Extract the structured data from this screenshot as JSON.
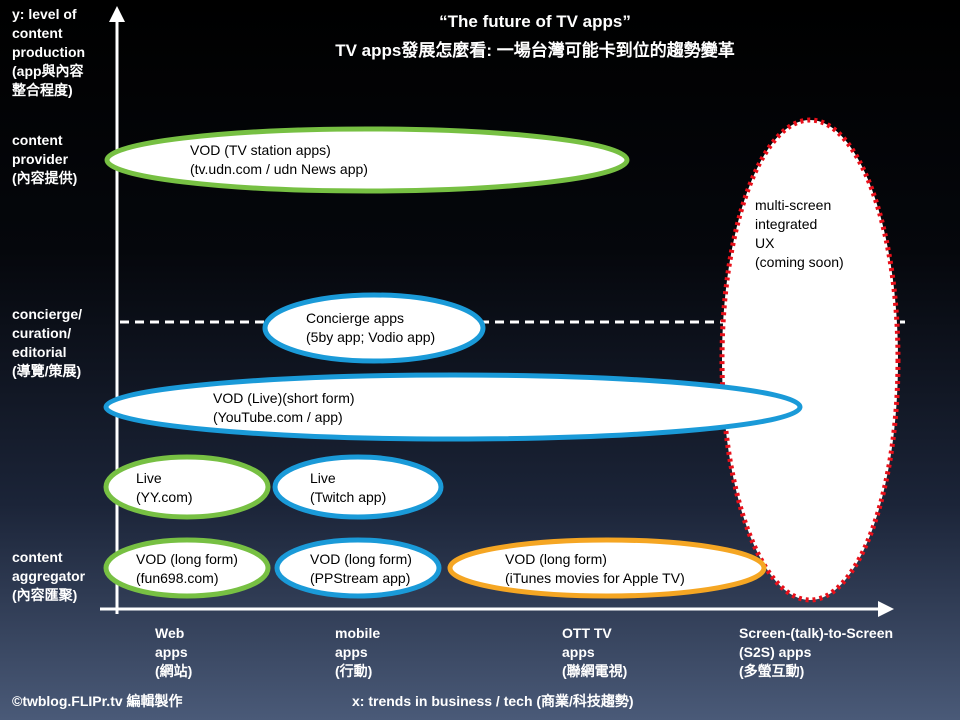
{
  "title": {
    "line1": "“The future of TV apps”",
    "line2": "TV apps發展怎麼看: 一場台灣可能卡到位的趨勢變革"
  },
  "y_axis": {
    "label": [
      "y: level of",
      "content",
      "production",
      "(app與內容",
      "整合程度)"
    ],
    "levels": {
      "content_provider": [
        "content",
        "provider",
        "(內容提供)"
      ],
      "concierge": [
        "concierge/",
        "curation/",
        "editorial",
        "(導覽/策展)"
      ],
      "aggregator": [
        "content",
        "aggregator",
        "(內容匯聚)"
      ]
    }
  },
  "x_axis": {
    "label": "x: trends in business / tech (商業/科技趨勢)",
    "categories": {
      "web": [
        "Web",
        "apps",
        "(網站)"
      ],
      "mobile": [
        "mobile",
        "apps",
        "(行動)"
      ],
      "ott": [
        "OTT TV",
        "apps",
        "(聯網電視)"
      ],
      "s2s": [
        "Screen-(talk)-to-Screen",
        "(S2S) apps",
        "(多螢互動)"
      ]
    }
  },
  "ellipses": {
    "vod_tv_station": [
      "VOD (TV station apps)",
      "(tv.udn.com / udn News app)"
    ],
    "concierge_apps": [
      "Concierge apps",
      "(5by app; Vodio app)"
    ],
    "vod_live_short": [
      "VOD (Live)(short form)",
      "(YouTube.com / app)"
    ],
    "live_yy": [
      "Live",
      "(YY.com)"
    ],
    "live_twitch": [
      "Live",
      "(Twitch app)"
    ],
    "vod_fun698": [
      "VOD (long form)",
      "(fun698.com)"
    ],
    "vod_ppstream": [
      "VOD (long form)",
      "(PPStream app)"
    ],
    "vod_itunes": [
      "VOD (long form)",
      "(iTunes movies for Apple TV)"
    ],
    "multi_screen": [
      "multi-screen",
      "integrated",
      "UX",
      "(coming soon)"
    ]
  },
  "colors": {
    "green": "#77c043",
    "blue": "#1a9ad8",
    "orange": "#f5a623",
    "red": "#e8101a"
  },
  "footer": {
    "credit": "©twblog.FLIPr.tv 編輯製作"
  }
}
